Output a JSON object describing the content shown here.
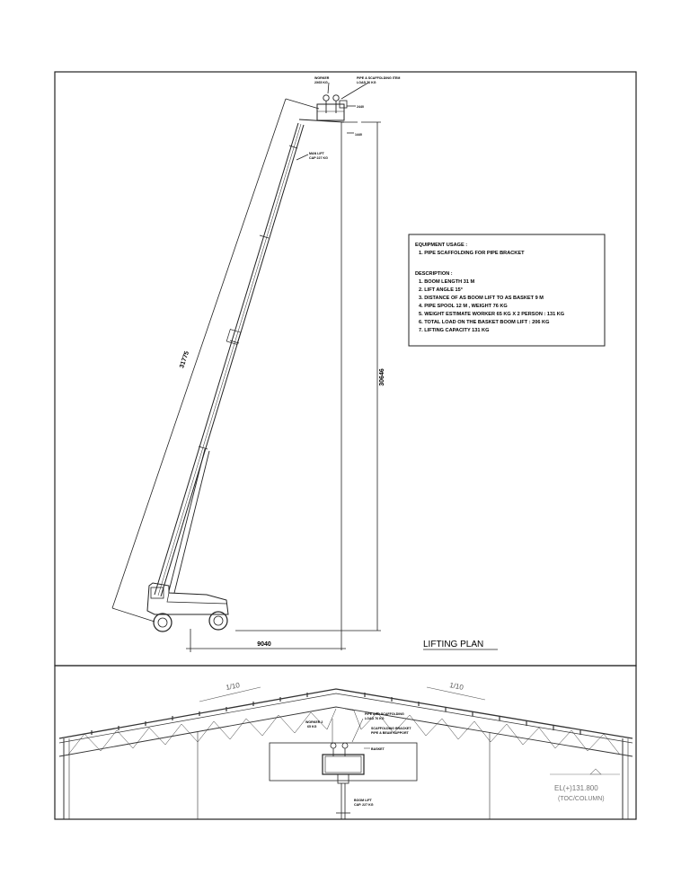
{
  "plan": {
    "title": "LIFTING PLAN",
    "dims": {
      "boom_length": "31775",
      "vertical_height": "30646",
      "horizontal": "9040"
    },
    "callouts": {
      "worker_top": [
        "WORKER",
        "2X65 KG"
      ],
      "pipe_top": [
        "PIPE & SCAFFOLDING ITEM",
        "LOAD 76 KG"
      ],
      "basket_width": "2440",
      "basket_height": "1440",
      "man_lift": [
        "MAN LIFT",
        "CAP 227 KG"
      ]
    }
  },
  "notes": {
    "usage_title": "EQUIPMENT USAGE :",
    "usage_items": [
      "1.    PIPE SCAFFOLDING FOR PIPE BRACKET"
    ],
    "desc_title": "DESCRIPTION :",
    "desc_items": [
      "1.    BOOM LENGTH  31 M",
      "2.    LIFT ANGLE 15°",
      "3.    DISTANCE OF AS BOOM LIFT TO AS BASKET 9 M",
      "4.    PIPE SPOOL 12 M , WEIGHT 76 KG",
      "5.    WEIGHT ESTIMATE WORKER 65 KG X 2 PERSON : 131 KG",
      "6.    TOTAL LOAD ON THE BASKET BOOM LIFT : 206 KG",
      "7.    LIFTING CAPACITY 131 KG"
    ]
  },
  "section": {
    "slope_left": "1/10",
    "slope_right": "1/10",
    "elevation": "EL(+)131.800",
    "elevation_sub": "(TOC/COLUMN)",
    "callouts": {
      "worker": [
        "WORKER 2",
        "65 KG"
      ],
      "pipe": [
        "PIPE AND SCAFFOLDING",
        "LOAD 76 KG"
      ],
      "scaffold": [
        "SCAFFOLDING BRACKET",
        "PIPE & BEAM SUPPORT"
      ],
      "basket": "BASKET",
      "boom": [
        "BOOM LIFT",
        "CAP. 227 KG"
      ]
    }
  }
}
